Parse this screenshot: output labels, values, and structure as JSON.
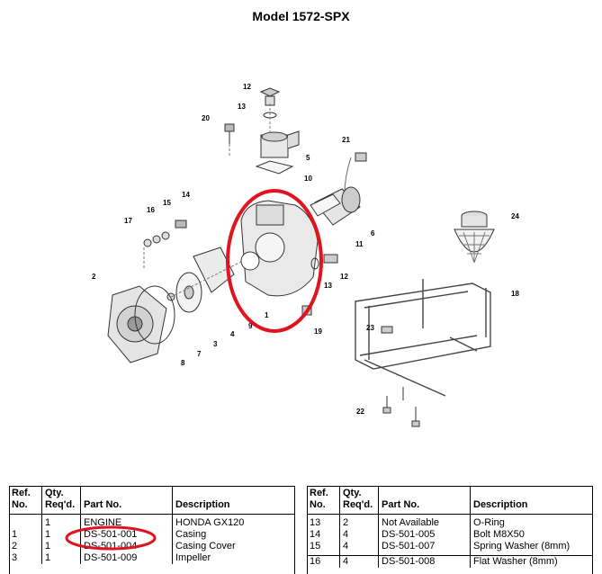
{
  "title": "Model 1572-SPX",
  "callouts": [
    "12",
    "13",
    "20",
    "5",
    "10",
    "21",
    "14",
    "15",
    "16",
    "17",
    "6",
    "11",
    "24",
    "2",
    "9",
    "12",
    "13",
    "18",
    "1",
    "19",
    "7",
    "3",
    "4",
    "8",
    "23",
    "22"
  ],
  "table_left": {
    "headers": {
      "ref": "Ref.\nNo.",
      "qty": "Qty.\nReq'd.",
      "part": "Part No.",
      "desc": "Description"
    },
    "rows": [
      {
        "ref": "",
        "qty": "1",
        "part": "ENGINE",
        "desc": "HONDA  GX120"
      },
      {
        "ref": "1",
        "qty": "1",
        "part": "DS-501-001",
        "desc": "Casing"
      },
      {
        "ref": "2",
        "qty": "1",
        "part": "DS-501-004",
        "desc": "Casing Cover"
      },
      {
        "ref": "3",
        "qty": "1",
        "part": "DS-501-009",
        "desc": "Impeller"
      }
    ]
  },
  "table_right": {
    "headers": {
      "ref": "Ref.\nNo.",
      "qty": "Qty.\nReq'd.",
      "part": "Part No.",
      "desc": "Description"
    },
    "rows": [
      {
        "ref": "13",
        "qty": "2",
        "part": "Not Available",
        "desc": "O-Ring"
      },
      {
        "ref": "14",
        "qty": "4",
        "part": "DS-501-005",
        "desc": "Bolt M8X50"
      },
      {
        "ref": "15",
        "qty": "4",
        "part": "DS-501-007",
        "desc": "Spring Washer (8mm)"
      },
      {
        "ref": "16",
        "qty": "4",
        "part": "DS-501-008",
        "desc": "Flat Washer (8mm)"
      }
    ]
  },
  "markup_color": "#e0141e"
}
